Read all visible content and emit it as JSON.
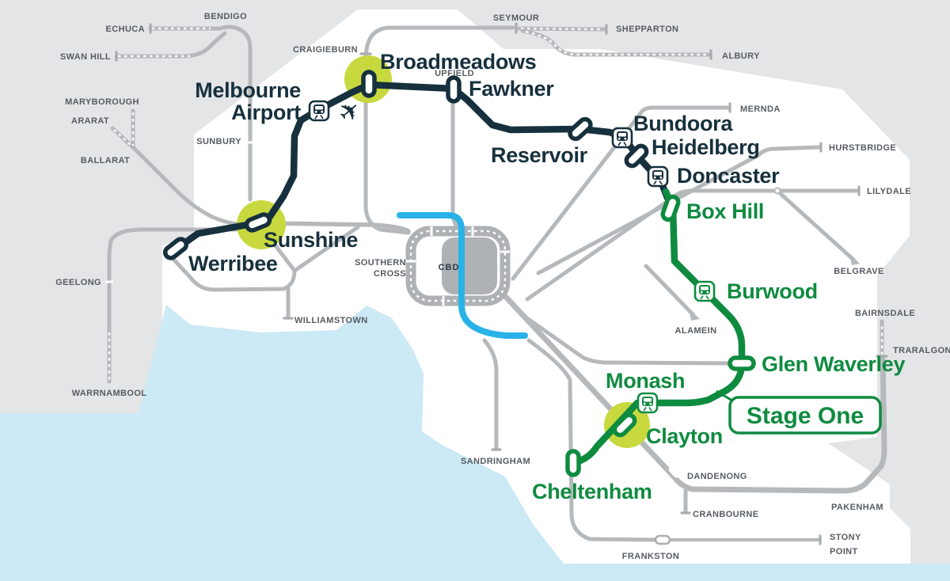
{
  "badge": {
    "stage_one": "Stage One"
  },
  "colors": {
    "srl_north": "#17303D",
    "srl_east": "#0F8B40",
    "interchange_highlight": "#C7D93F",
    "regional_line": "#B6B9BC",
    "metro_tunnel": "#29B2E8",
    "water": "#CCE9F6",
    "land_regional": "#E4E5E7",
    "land_metro": "#FFFFFF"
  },
  "cbd_area": {
    "cbd": "CBD",
    "southern_cross_1": "SOUTHERN",
    "southern_cross_2": "CROSS"
  },
  "srl_stations": {
    "melbourne": "Melbourne",
    "airport": "Airport",
    "broadmeadows": "Broadmeadows",
    "fawkner": "Fawkner",
    "reservoir": "Reservoir",
    "bundoora": "Bundoora",
    "heidelberg": "Heidelberg",
    "doncaster": "Doncaster",
    "box_hill": "Box Hill",
    "burwood": "Burwood",
    "glen_waverley": "Glen Waverley",
    "monash": "Monash",
    "clayton": "Clayton",
    "cheltenham": "Cheltenham",
    "sunshine": "Sunshine",
    "werribee": "Werribee"
  },
  "regional": {
    "echuca": "ECHUCA",
    "bendigo": "BENDIGO",
    "swan_hill": "SWAN HILL",
    "maryborough": "MARYBOROUGH",
    "ararat": "ARARAT",
    "ballarat": "BALLARAT",
    "geelong": "GEELONG",
    "warrnambool": "WARRNAMBOOL",
    "sunbury": "SUNBURY",
    "craigieburn": "CRAIGIEBURN",
    "seymour": "SEYMOUR",
    "shepparton": "SHEPPARTON",
    "albury": "ALBURY",
    "upfield": "UPFIELD",
    "mernda": "MERNDA",
    "hurstbridge": "HURSTBRIDGE",
    "lilydale": "LILYDALE",
    "belgrave": "BELGRAVE",
    "bairnsdale": "BAIRNSDALE",
    "traralgon": "TRARALGON",
    "alamein": "ALAMEIN",
    "williamstown": "WILLIAMSTOWN",
    "sandringham": "SANDRINGHAM",
    "dandenong": "DANDENONG",
    "cranbourne": "CRANBOURNE",
    "pakenham": "PAKENHAM",
    "stony_point_1": "STONY",
    "stony_point_2": "POINT",
    "frankston": "FRANKSTON"
  }
}
